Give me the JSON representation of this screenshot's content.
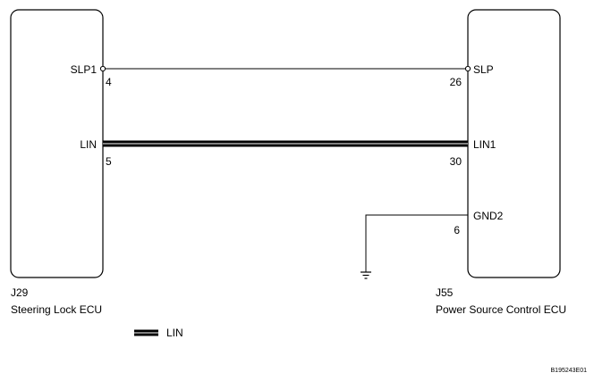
{
  "left_ecu": {
    "code": "J29",
    "name": "Steering Lock ECU",
    "pins": [
      {
        "signal": "SLP1",
        "number": "4"
      },
      {
        "signal": "LIN",
        "number": "5"
      }
    ]
  },
  "right_ecu": {
    "code": "J55",
    "name": "Power Source Control ECU",
    "pins": [
      {
        "signal": "SLP",
        "number": "26"
      },
      {
        "signal": "LIN1",
        "number": "30"
      },
      {
        "signal": "GND2",
        "number": "6"
      }
    ]
  },
  "legend": {
    "lin_label": "LIN"
  },
  "figure_code": "B195243E01"
}
